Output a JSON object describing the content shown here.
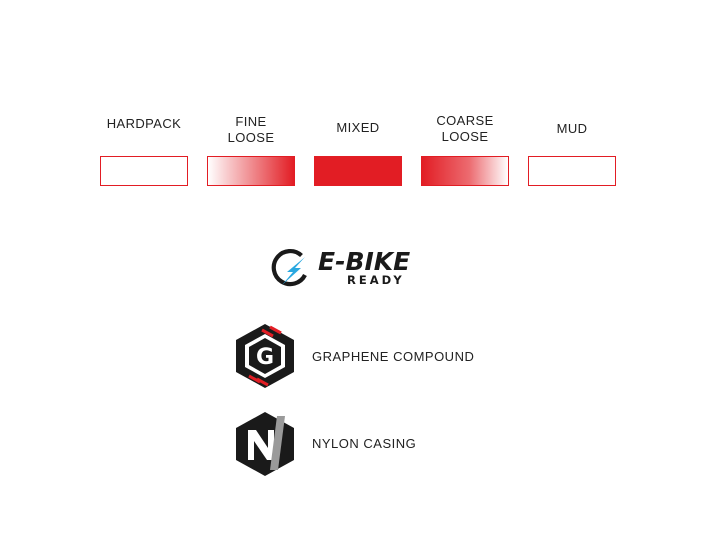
{
  "terrain_scale": {
    "items": [
      {
        "label": "HARDPACK",
        "fill": "empty"
      },
      {
        "label": "FINE\nLOOSE",
        "fill": "gradient-right"
      },
      {
        "label": "MIXED",
        "fill": "solid"
      },
      {
        "label": "COARSE\nLOOSE",
        "fill": "gradient-left"
      },
      {
        "label": "MUD",
        "fill": "empty"
      }
    ],
    "accent_color": "#e21d24"
  },
  "ebike_badge": {
    "title": "E-BIKE",
    "subtitle": "READY",
    "icon": "lightning-bolt-icon",
    "bolt_color": "#2aa8e0"
  },
  "features": [
    {
      "label": "GRAPHENE COMPOUND",
      "icon": "graphene-g-icon"
    },
    {
      "label": "NYLON CASING",
      "icon": "nylon-n-icon"
    }
  ],
  "colors": {
    "dark": "#1a1a1a",
    "red": "#e21d24",
    "blue": "#2aa8e0"
  }
}
